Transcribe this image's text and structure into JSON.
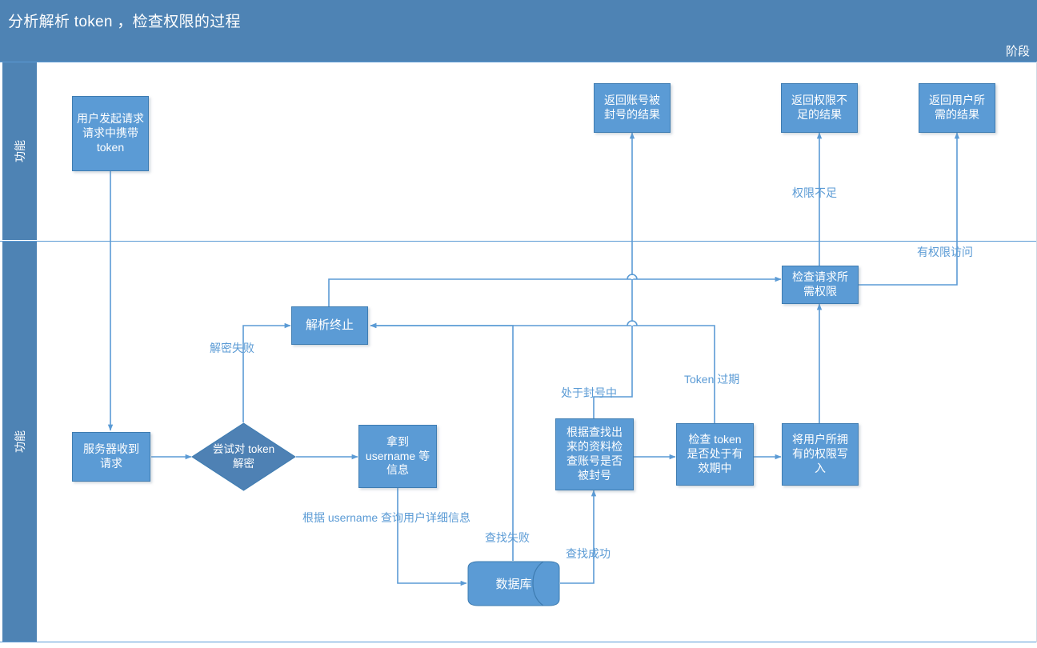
{
  "header": {
    "title": "分析解析 token ，检查权限的过程",
    "phase_label": "阶段"
  },
  "lanes": [
    {
      "label": "功能"
    },
    {
      "label": "功能"
    }
  ],
  "colors": {
    "header_blue": "#4E83B4",
    "node_fill": "#5B9BD5",
    "node_border": "#3E7CB1",
    "decision_fill": "#4E81B4",
    "edge": "#5B9BD5",
    "label_text": "#5B9BD5",
    "node_text": "#FFFFFF",
    "canvas": "#FFFFFF"
  },
  "nodes": [
    {
      "id": "user-request",
      "type": "process",
      "text": "用户发起请求\n请求中携带token",
      "lane": 0
    },
    {
      "id": "result-banned",
      "type": "process",
      "text": "返回账号被\n封号的结果",
      "lane": 0
    },
    {
      "id": "result-noperm",
      "type": "process",
      "text": "返回权限不\n足的结果",
      "lane": 0
    },
    {
      "id": "result-success",
      "type": "process",
      "text": "返回用户所\n需的结果",
      "lane": 0
    },
    {
      "id": "server-received",
      "type": "process",
      "text": "服务器收到\n请求",
      "lane": 1
    },
    {
      "id": "try-decrypt",
      "type": "decision",
      "text": "尝试对 token\n解密",
      "lane": 1
    },
    {
      "id": "got-username",
      "type": "process",
      "text": "拿到\nusername 等\n信息",
      "lane": 1
    },
    {
      "id": "parse-terminated",
      "type": "process",
      "text": "解析终止",
      "lane": 1
    },
    {
      "id": "database",
      "type": "database",
      "text": "数据库",
      "lane": 1
    },
    {
      "id": "check-banned",
      "type": "process",
      "text": "根据查找出\n来的资料检\n查账号是否\n被封号",
      "lane": 1
    },
    {
      "id": "check-expiry",
      "type": "process",
      "text": "检查 token\n是否处于有\n效期中",
      "lane": 1
    },
    {
      "id": "write-perms",
      "type": "process",
      "text": "将用户所拥\n有的权限写\n入",
      "lane": 1
    },
    {
      "id": "check-required",
      "type": "process",
      "text": "检查请求所\n需权限",
      "lane": 1
    }
  ],
  "edge_labels": [
    {
      "id": "decrypt-fail",
      "text": "解密失败"
    },
    {
      "id": "query-by-user",
      "text": "根据 username 查询用户详细信息"
    },
    {
      "id": "lookup-fail",
      "text": "查找失败"
    },
    {
      "id": "lookup-ok",
      "text": "查找成功"
    },
    {
      "id": "is-banned",
      "text": "处于封号中"
    },
    {
      "id": "token-expired",
      "text": "Token 过期"
    },
    {
      "id": "perm-denied",
      "text": "权限不足"
    },
    {
      "id": "perm-granted",
      "text": "有权限访问"
    }
  ],
  "chart_data": {
    "type": "diagram",
    "title": "分析解析 token ，检查权限的过程",
    "diagram_kind": "cross-functional-flowchart",
    "lanes": [
      "功能",
      "功能"
    ],
    "edges": [
      {
        "from": "user-request",
        "to": "server-received",
        "label": ""
      },
      {
        "from": "server-received",
        "to": "try-decrypt",
        "label": ""
      },
      {
        "from": "try-decrypt",
        "to": "got-username",
        "label": ""
      },
      {
        "from": "try-decrypt",
        "to": "parse-terminated",
        "label": "解密失败"
      },
      {
        "from": "got-username",
        "to": "database",
        "label": "根据 username 查询用户详细信息"
      },
      {
        "from": "database",
        "to": "parse-terminated",
        "label": "查找失败"
      },
      {
        "from": "database",
        "to": "check-banned",
        "label": "查找成功"
      },
      {
        "from": "check-banned",
        "to": "result-banned",
        "label": "处于封号中"
      },
      {
        "from": "check-banned",
        "to": "check-expiry",
        "label": ""
      },
      {
        "from": "check-expiry",
        "to": "parse-terminated",
        "label": "Token 过期"
      },
      {
        "from": "check-expiry",
        "to": "write-perms",
        "label": ""
      },
      {
        "from": "write-perms",
        "to": "check-required",
        "label": ""
      },
      {
        "from": "check-required",
        "to": "result-noperm",
        "label": "权限不足"
      },
      {
        "from": "check-required",
        "to": "result-success",
        "label": "有权限访问"
      }
    ]
  }
}
